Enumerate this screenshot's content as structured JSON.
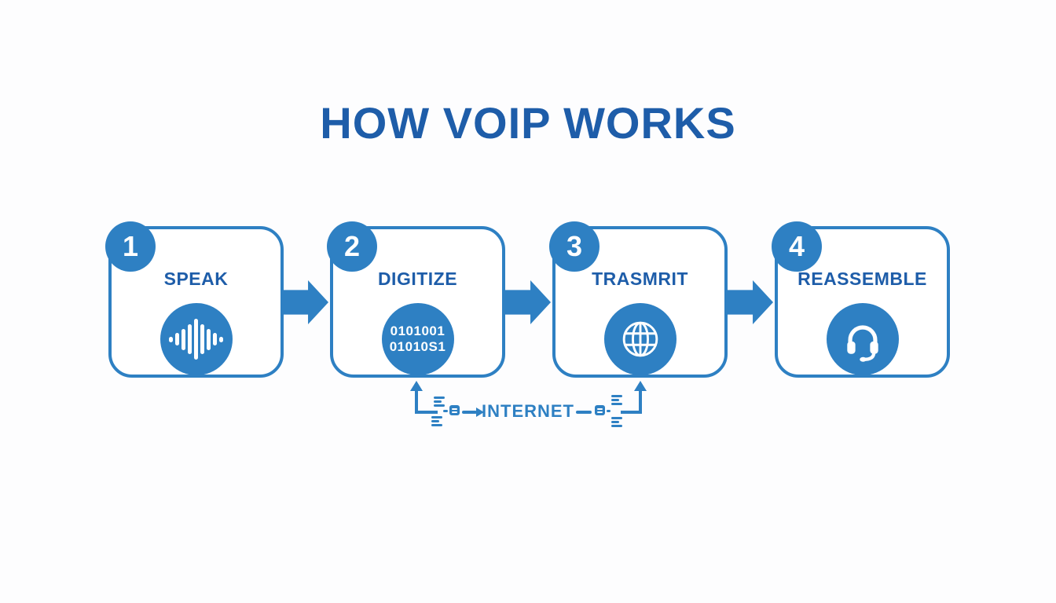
{
  "title": "HOW VOIP WORKS",
  "colors": {
    "background": "#fdfdfe",
    "title_blue": "#1e5da9",
    "accent_blue": "#2e80c3",
    "icon_white": "#ffffff"
  },
  "steps": [
    {
      "number": "1",
      "label": "SPEAK",
      "icon": "sound-wave-icon"
    },
    {
      "number": "2",
      "label": "DIGITIZE",
      "icon": "binary-icon",
      "binary_line1": "0101001",
      "binary_line2": "01010S1"
    },
    {
      "number": "3",
      "label": "TRASMRIT",
      "icon": "globe-icon"
    },
    {
      "number": "4",
      "label": "REASSEMBLE",
      "icon": "headset-icon"
    }
  ],
  "internet": {
    "label": "INTERNET"
  }
}
